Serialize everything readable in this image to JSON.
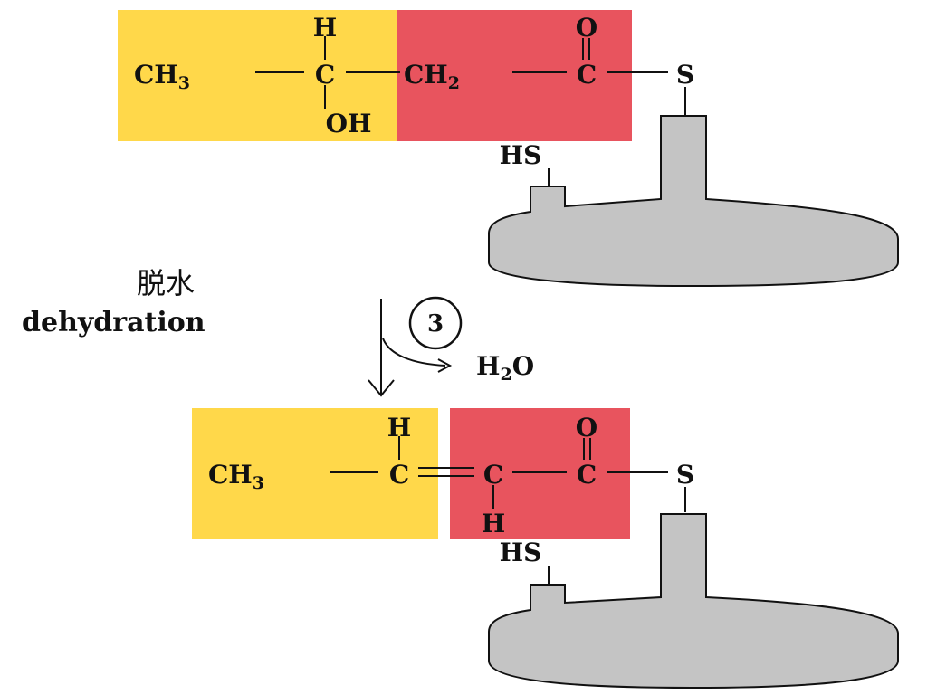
{
  "colors": {
    "alcohol_box": "#FFD84A",
    "acyl_box": "#E8545E",
    "enzyme": "#C4C4C4",
    "ink": "#111111"
  },
  "top": {
    "h_top": "H",
    "ch3": "CH",
    "ch3_sub": "3",
    "c1": "C",
    "oh": "OH",
    "ch2": "CH",
    "ch2_sub": "2",
    "c_carbonyl": "C",
    "o_carbonyl": "O",
    "s": "S",
    "hs": "HS"
  },
  "step": {
    "label_cn": "脱水",
    "label_en": "dehydration",
    "number": "3",
    "product": "H",
    "product_sub": "2",
    "product_tail": "O"
  },
  "bottom": {
    "h_top": "H",
    "ch3": "CH",
    "ch3_sub": "3",
    "c1": "C",
    "c2": "C",
    "h_bottom": "H",
    "c_carbonyl": "C",
    "o_carbonyl": "O",
    "s": "S",
    "hs": "HS"
  }
}
